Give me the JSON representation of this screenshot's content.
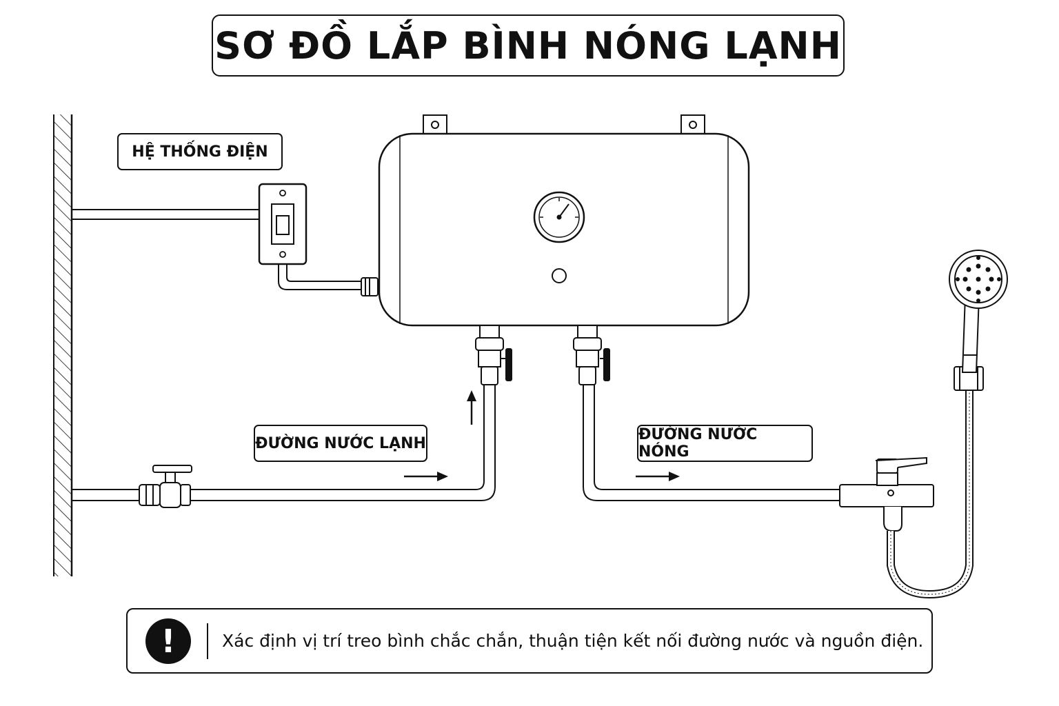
{
  "title": "SƠ ĐỒ LẮP BÌNH NÓNG LẠNH",
  "labels": {
    "electric": "HỆ THỐNG ĐIỆN",
    "cold_water": "ĐƯỜNG NƯỚC LẠNH",
    "hot_water": "ĐƯỜNG NƯỚC NÓNG"
  },
  "note": {
    "icon": "exclamation-icon",
    "symbol": "!",
    "text": "Xác định vị trí treo bình chắc chắn, thuận tiện kết nối đường nước và nguồn điện."
  },
  "colors": {
    "ink": "#111111",
    "background": "#ffffff"
  }
}
